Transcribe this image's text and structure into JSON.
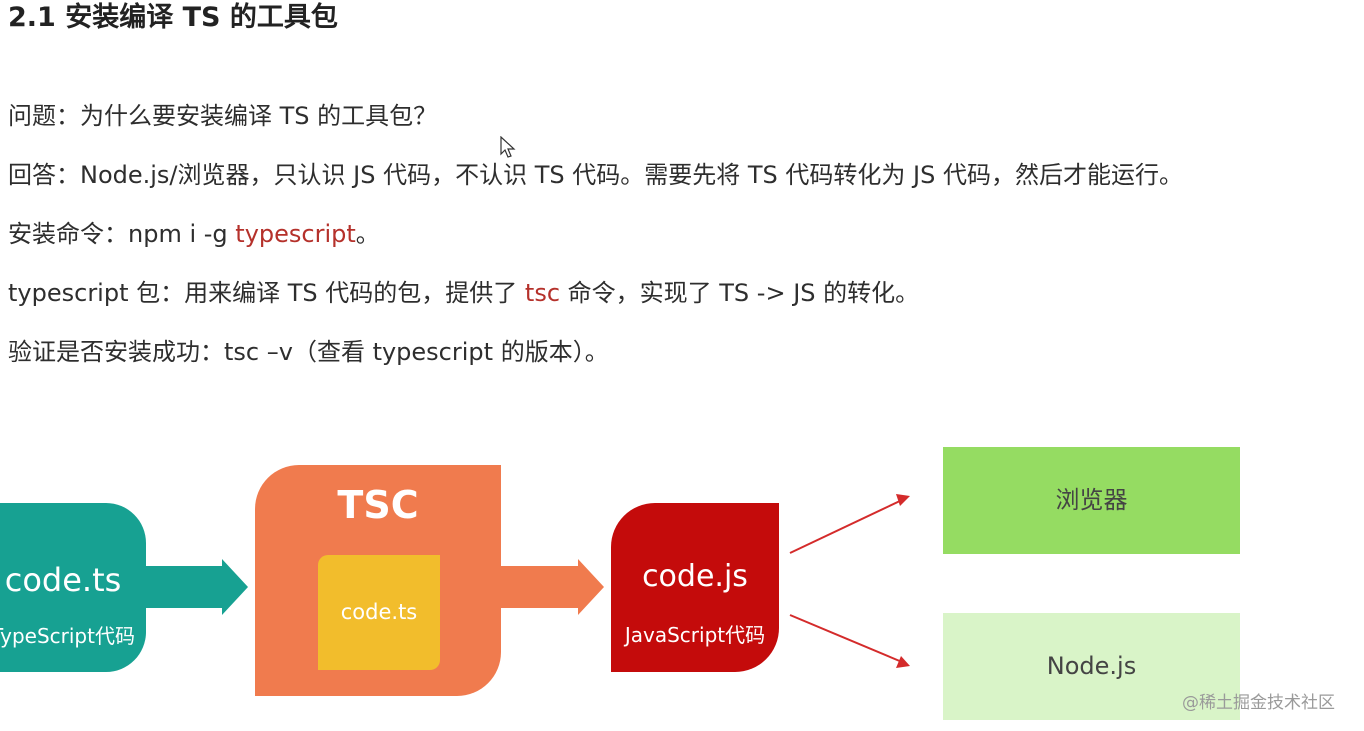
{
  "title": "2.1 安装编译 TS 的工具包",
  "paragraphs": {
    "question": "问题：为什么要安装编译 TS 的工具包？",
    "answer": "回答：Node.js/浏览器，只认识 JS 代码，不认识 TS 代码。需要先将 TS 代码转化为 JS 代码，然后才能运行。",
    "install_prefix": "安装命令：npm i -g ",
    "install_highlight": "typescript",
    "install_suffix": "。",
    "pkg_prefix": "typescript 包：用来编译 TS 代码的包，提供了 ",
    "pkg_highlight": "tsc",
    "pkg_suffix": " 命令，实现了 TS -> JS 的转化。",
    "verify": "验证是否安装成功：tsc –v（查看 typescript 的版本）。"
  },
  "diagram": {
    "ts_box": {
      "main": "code.ts",
      "sub": "TypeScript代码"
    },
    "tsc_box": {
      "label": "TSC",
      "inner": "code.ts"
    },
    "js_box": {
      "main": "code.js",
      "sub": "JavaScript代码"
    },
    "targets": {
      "browser": "浏览器",
      "node": "Node.js"
    }
  },
  "watermark": "@稀土掘金技术社区",
  "colors": {
    "teal": "#17a192",
    "orange": "#f07b4e",
    "yellow": "#f2bd2c",
    "red": "#c40b0b",
    "green": "#95dc62",
    "light_green": "#d9f4c8",
    "highlight": "#b5312b"
  }
}
